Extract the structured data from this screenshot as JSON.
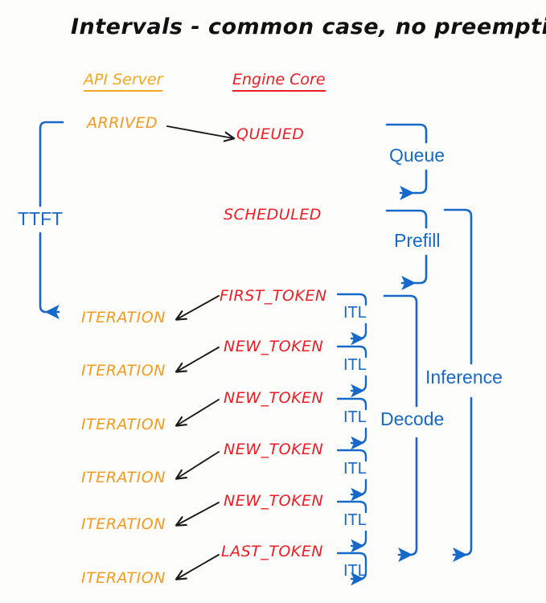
{
  "page": {
    "title": "Intervals - common case, no preemptions",
    "background_color": "#fdfdfb"
  },
  "colors": {
    "api_server": "#f59a1e",
    "engine_core": "#ee1c25",
    "metric_blue": "#1669c8",
    "arrow_black": "#1a1a1a",
    "title_black": "#111111"
  },
  "columns": [
    {
      "label": "API Server",
      "color": "#f59a1e"
    },
    {
      "label": "Engine Core",
      "color": "#ee1c25"
    }
  ],
  "api_states": [
    {
      "label": "ARRIVED"
    },
    {
      "label": "ITERATION"
    },
    {
      "label": "ITERATION"
    },
    {
      "label": "ITERATION"
    },
    {
      "label": "ITERATION"
    },
    {
      "label": "ITERATION"
    },
    {
      "label": "ITERATION"
    }
  ],
  "engine_states": [
    {
      "label": "QUEUED"
    },
    {
      "label": "SCHEDULED"
    },
    {
      "label": "FIRST_TOKEN"
    },
    {
      "label": "NEW_TOKEN"
    },
    {
      "label": "NEW_TOKEN"
    },
    {
      "label": "NEW_TOKEN"
    },
    {
      "label": "NEW_TOKEN"
    },
    {
      "label": "LAST_TOKEN"
    }
  ],
  "metrics": {
    "ttft": "TTFT",
    "queue": "Queue",
    "prefill": "Prefill",
    "decode": "Decode",
    "inference": "Inference",
    "itl": "ITL",
    "itl_count": 6
  }
}
